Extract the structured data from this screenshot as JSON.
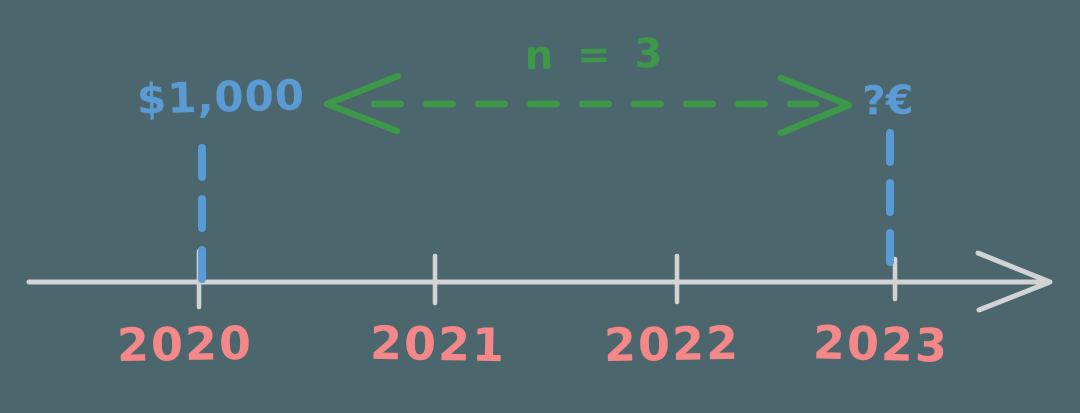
{
  "timeline": {
    "start_value": "$1,000",
    "end_value": "?€",
    "periods_label": "n = 3",
    "years": [
      "2020",
      "2021",
      "2022",
      "2023"
    ]
  },
  "icons": {
    "axis_arrowhead": "right-open-chevron",
    "double_arrow_left_head": "left-open-chevron",
    "double_arrow_right_head": "right-open-chevron"
  },
  "colors": {
    "bg": "#4c666e",
    "blue": "#5b9bd5",
    "green": "#3e9849",
    "coral": "#f48787",
    "axis": "#d1d3d5"
  }
}
